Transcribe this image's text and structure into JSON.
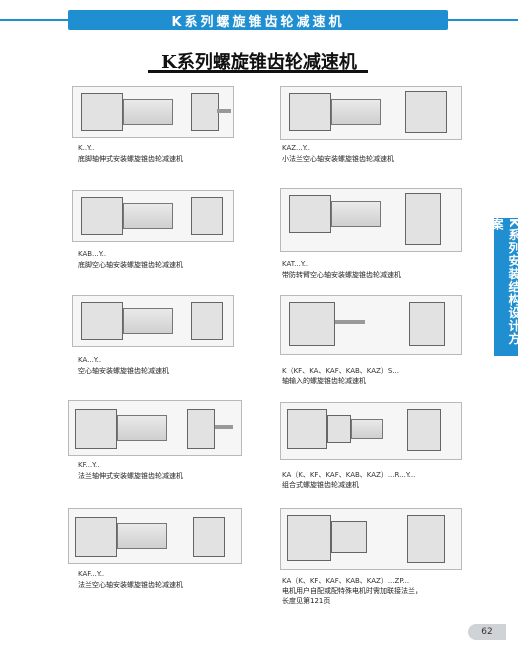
{
  "header": {
    "band_title": "K系列螺旋锥齿轮减速机"
  },
  "main_title": "K系列螺旋锥齿轮减速机",
  "side_tab": "K系列安装结构设计方案",
  "entries": [
    {
      "model": "K..Y..",
      "desc": "底脚轴伸式安装螺旋锥齿轮减速机"
    },
    {
      "model": "KAZ...Y..",
      "desc": "小法兰空心轴安装螺旋锥齿轮减速机"
    },
    {
      "model": "KAB...Y..",
      "desc": "底脚空心轴安装螺旋锥齿轮减速机"
    },
    {
      "model": "KAT...Y..",
      "desc": "带防转臂空心轴安装螺旋锥齿轮减速机"
    },
    {
      "model": "KA...Y..",
      "desc": "空心轴安装螺旋锥齿轮减速机"
    },
    {
      "model": "K（KF、KA、KAF、KAB、KAZ）S...",
      "desc": "轴输入的螺旋锥齿轮减速机"
    },
    {
      "model": "KF...Y..",
      "desc": "法兰轴伸式安装螺旋锥齿轮减速机"
    },
    {
      "model": "KA（K、KF、KAF、KAB、KAZ）...R...Y...",
      "desc": "组合式螺旋锥齿轮减速机"
    },
    {
      "model": "KAF...Y..",
      "desc": "法兰空心轴安装螺旋锥齿轮减速机"
    },
    {
      "model": "KA（K、KF、KAF、KAB、KAZ）...ZP...",
      "desc": "电机用户自配或配特殊电机时需加联接法兰，",
      "desc2": "长度见第121页"
    }
  ],
  "page_number": "62",
  "colors": {
    "accent": "#1f8fd1"
  }
}
